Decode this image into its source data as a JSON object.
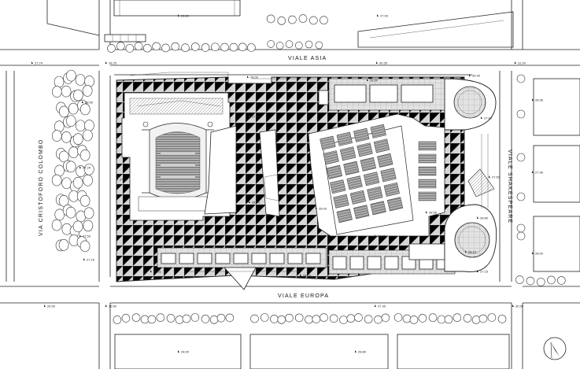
{
  "streets": {
    "north": "VIALE ASIA",
    "south": "VIALE EUROPA",
    "east": "VIALE SHAKESPEARE",
    "west": "VIA CRISTOFORO COLOMBO"
  },
  "elevations": [
    "28.80",
    "27.00",
    "27.74",
    "28.25",
    "30.35",
    "31.00",
    "28.00",
    "30.40",
    "28.00",
    "28.50",
    "27.50",
    "27.00",
    "27.25",
    "27.30",
    "28.00",
    "27.50",
    "28.00",
    "28.55",
    "27.50",
    "28.80",
    "28.10",
    "27.15",
    "28.70",
    "28.31",
    "27.15",
    "26.50",
    "26.50",
    "27.30",
    "30.50",
    "28.00",
    "28.80",
    "26.55",
    "28.96",
    "27.96",
    "28.00"
  ],
  "icons": {
    "north_arrow": "north-arrow-icon"
  }
}
